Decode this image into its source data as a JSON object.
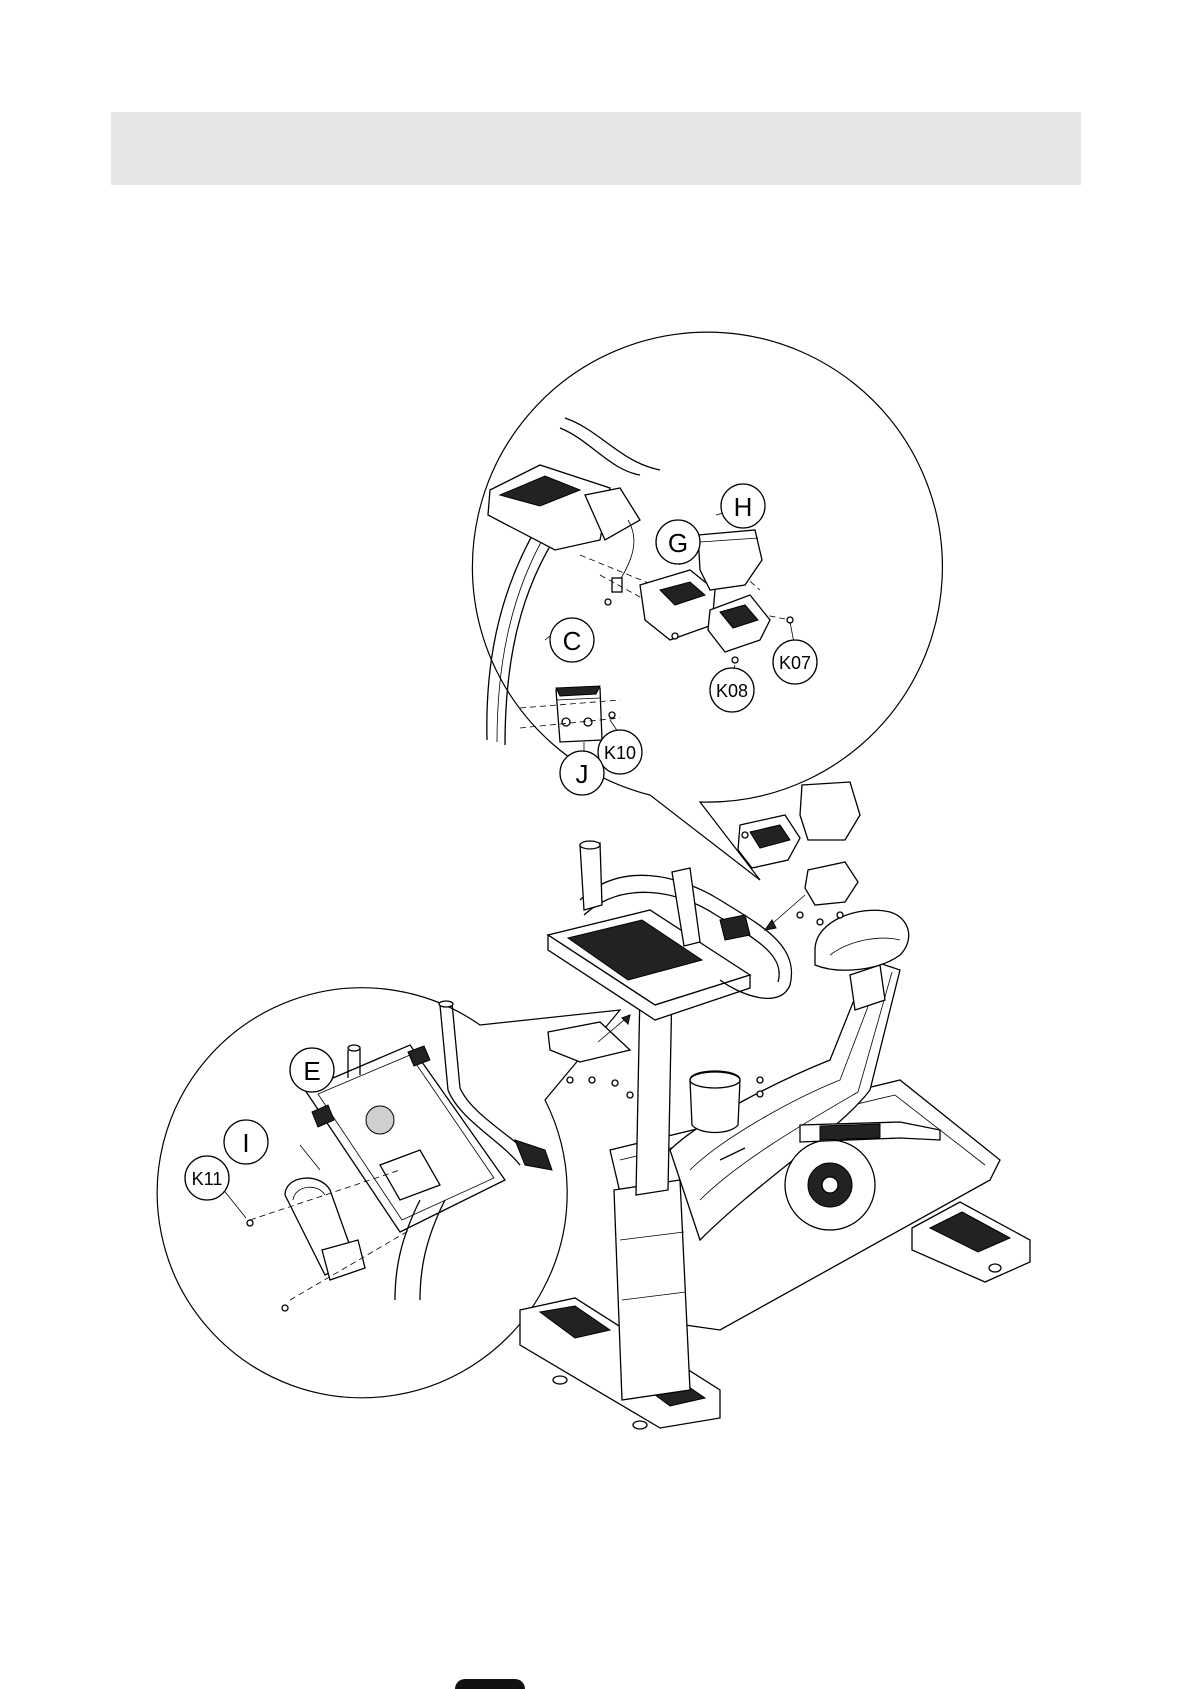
{
  "header": {},
  "part_labels": {
    "H": "H",
    "G": "G",
    "C": "C",
    "K07": "K07",
    "K08": "K08",
    "K10": "K10",
    "J": "J",
    "E": "E",
    "I": "I",
    "K11": "K11"
  },
  "colors": {
    "header_band": "#e6e6e6",
    "line": "#000000"
  }
}
